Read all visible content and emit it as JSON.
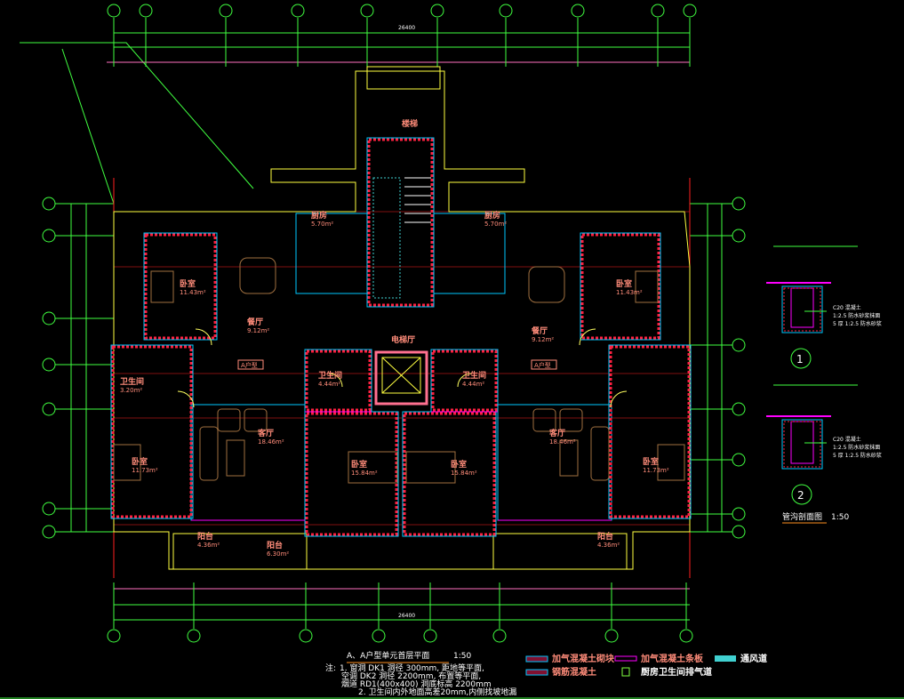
{
  "drawing": {
    "title": "A、A户型单元首层平面",
    "scale": "1:50",
    "total_width_dim": "26400",
    "rooms": [
      {
        "name": "卧室",
        "area": "11.43m²"
      },
      {
        "name": "餐厅",
        "area": "9.12m²"
      },
      {
        "name": "厨房",
        "area": "5.70m²"
      },
      {
        "name": "卫生间",
        "area": "3.20m²"
      },
      {
        "name": "客厅",
        "area": "18.46m²"
      },
      {
        "name": "卧室",
        "area": "11.73m²"
      },
      {
        "name": "阳台",
        "area": "4.36m²"
      },
      {
        "name": "卧室",
        "area": "15.84m²"
      },
      {
        "name": "卫生间",
        "area": "4.44m²"
      },
      {
        "name": "电梯厅",
        "area": ""
      },
      {
        "name": "卫生间",
        "area": "4.44m²"
      },
      {
        "name": "卧室",
        "area": "15.84m²"
      },
      {
        "name": "客厅",
        "area": "18.46m²"
      },
      {
        "name": "卧室",
        "area": "11.73m²"
      },
      {
        "name": "阳台",
        "area": "4.36m²"
      },
      {
        "name": "餐厅",
        "area": "9.12m²"
      },
      {
        "name": "厨房",
        "area": "5.70m²"
      },
      {
        "name": "卧室",
        "area": "11.43m²"
      },
      {
        "name": "楼梯",
        "area": ""
      },
      {
        "name": "阳台",
        "area": "6.30m²"
      }
    ],
    "unit_tags": [
      "A户型",
      "A户型"
    ]
  },
  "detail": {
    "title": "管沟剖面图",
    "scale": "1:50",
    "markers": [
      "1",
      "2"
    ],
    "notes": [
      "C20 混凝土",
      "1:2.5 防水砂浆抹面",
      "5 厚 1:2.5 防水砂浆"
    ]
  },
  "legend": {
    "items": [
      {
        "label": "加气混凝土砌块",
        "color": "#ff3060"
      },
      {
        "label": "加气混凝土条板",
        "color": "#ff00ff"
      },
      {
        "label": "通风道",
        "color": "#40d0d0"
      },
      {
        "label": "钢筋混凝土",
        "color": "#ff3060"
      },
      {
        "label": "厨房卫生间排气道",
        "color": "#80ff40"
      }
    ]
  },
  "notes": {
    "label": "注:",
    "lines": [
      "1. 窗洞  DK1  洞径  300mm,     距地等平面,",
      "空调  DK2  洞径  2200mm,     布置等平面,",
      "烟道  RD1(400x400)     洞底标高     2200mm",
      "2. 卫生间内外地面高差20mm,内侧找坡地漏"
    ]
  }
}
